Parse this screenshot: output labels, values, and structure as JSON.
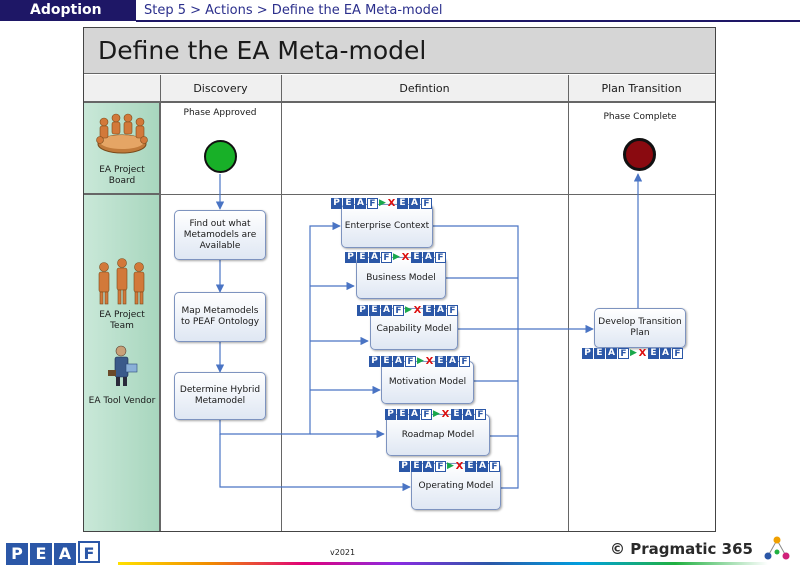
{
  "header": {
    "section": "Adoption",
    "breadcrumb": "Step 5 > Actions > Define  the EA Meta-model"
  },
  "diagram": {
    "title": "Define the EA Meta-model",
    "columns": [
      "Discovery",
      "Defintion",
      "Plan Transition"
    ],
    "lanes": {
      "board": "EA Project Board",
      "team": "EA Project Team",
      "vendor": "EA Tool Vendor"
    },
    "events": {
      "start": "Phase Approved",
      "end": "Phase Complete"
    },
    "discovery_tasks": [
      "Find out what Metamodels are Available",
      "Map Metamodels to PEAF Ontology",
      "Determine Hybrid Metamodel"
    ],
    "definition_tasks": [
      "Enterprise Context",
      "Business Model",
      "Capability Model",
      "Motivation Model",
      "Roadmap Model",
      "Operating Model"
    ],
    "transition_task": "Develop Transition Plan",
    "badge_letters": [
      "P",
      "E",
      "A",
      "F",
      "X",
      "E",
      "A",
      "F"
    ]
  },
  "footer": {
    "logo_letters": [
      "P",
      "E",
      "A",
      "F"
    ],
    "version": "v2021",
    "brand": "© Pragmatic 365"
  },
  "colors": {
    "header_bg": "#1e1766",
    "lane_green": "#b6ddc9",
    "start": "#18b028",
    "end": "#8a0a10",
    "flow": "#4a74c4",
    "peaf_blue": "#2b57a7"
  }
}
